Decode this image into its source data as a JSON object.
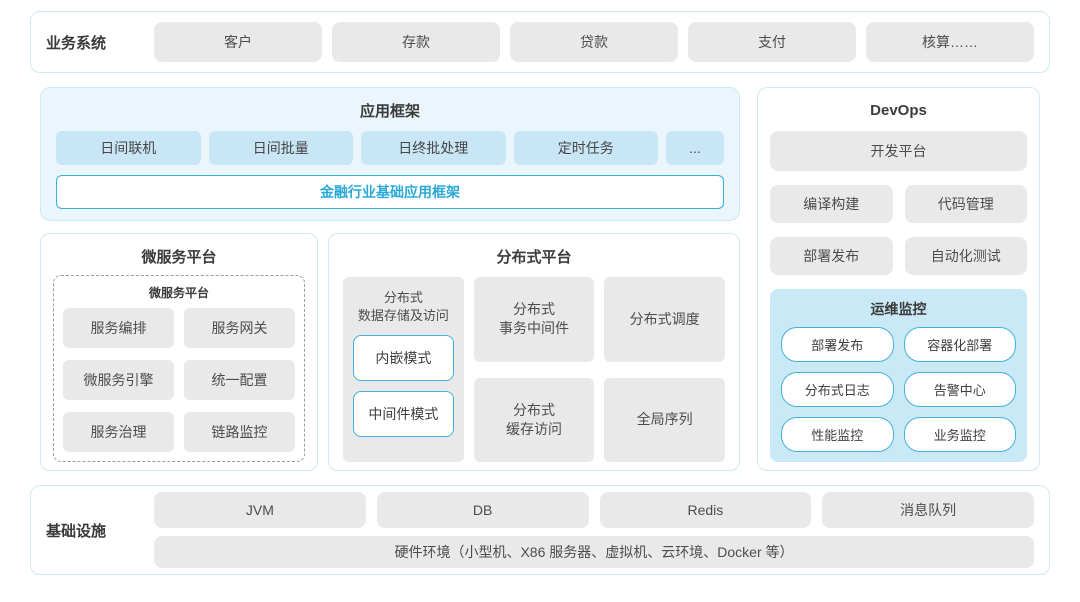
{
  "business_row": {
    "label": "业务系统",
    "items": [
      "客户",
      "存款",
      "贷款",
      "支付",
      "核算……"
    ]
  },
  "app_framework": {
    "title": "应用框架",
    "modules": [
      "日间联机",
      "日间批量",
      "日终批处理",
      "定时任务",
      "..."
    ],
    "base_framework": "金融行业基础应用框架"
  },
  "devops": {
    "title": "DevOps",
    "dev_platform": "开发平台",
    "tools": [
      "编译构建",
      "代码管理",
      "部署发布",
      "自动化测试"
    ],
    "monitoring": {
      "title": "运维监控",
      "items": [
        "部署发布",
        "容器化部署",
        "分布式日志",
        "告警中心",
        "性能监控",
        "业务监控"
      ]
    }
  },
  "microservice": {
    "title": "微服务平台",
    "inner_title": "微服务平台",
    "items": [
      "服务编排",
      "服务网关",
      "微服务引擎",
      "统一配置",
      "服务治理",
      "链路监控"
    ]
  },
  "distributed": {
    "title": "分布式平台",
    "storage": {
      "title_line1": "分布式",
      "title_line2": "数据存储及访问",
      "modes": [
        "内嵌模式",
        "中间件模式"
      ]
    },
    "transaction": {
      "line1": "分布式",
      "line2": "事务中间件"
    },
    "cache": {
      "line1": "分布式",
      "line2": "缓存访问"
    },
    "scheduler": "分布式调度",
    "sequence": "全局序列"
  },
  "infrastructure": {
    "label": "基础设施",
    "items": [
      "JVM",
      "DB",
      "Redis",
      "消息队列"
    ],
    "hardware": "硬件环境（小型机、X86 服务器、虚拟机、云环境、Docker 等）"
  },
  "colors": {
    "container_border": "#cfeaf2",
    "light_blue_fill": "#c9e6f7",
    "monitor_fill": "#c9e9f7",
    "gray_fill": "#e9e9e9",
    "teal_border": "#44b1da",
    "accent_text": "#2aa9d8",
    "app_framework_bg": "#eaf6fc"
  }
}
